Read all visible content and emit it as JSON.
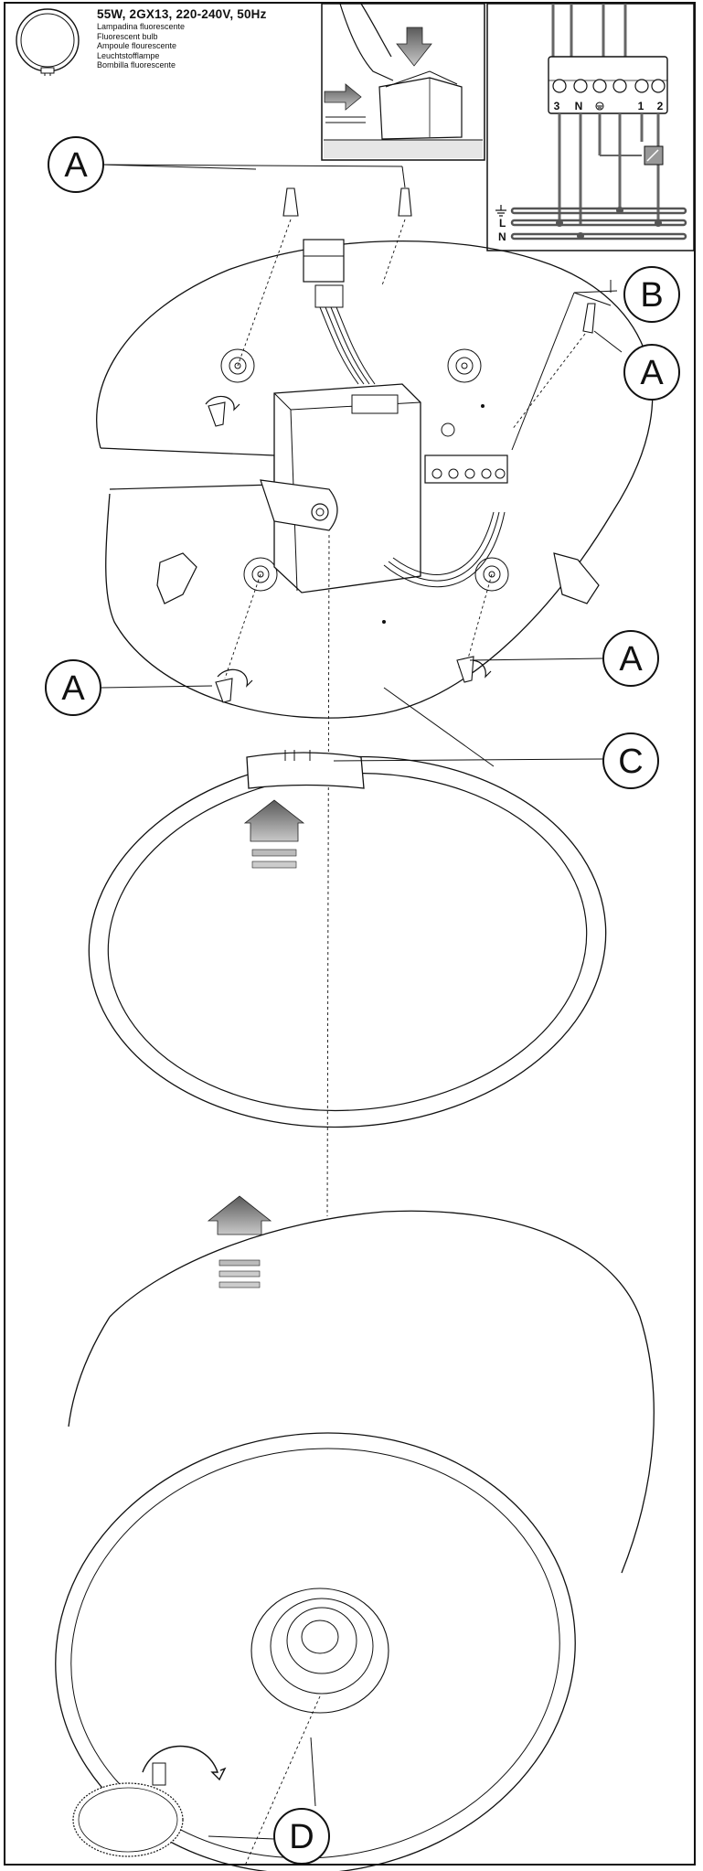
{
  "spec": {
    "title": "55W, 2GX13, 220-240V, 50Hz",
    "lines": [
      "Lampadina fluorescente",
      "Fluorescent bulb",
      "Ampoule flourescente",
      "Leuchtstofflampe",
      "Bombilla fluorescente"
    ]
  },
  "callouts": {
    "a_top": "A",
    "a_right": "A",
    "a_left_low": "A",
    "a_right_low": "A",
    "b": "B",
    "c": "C",
    "d": "D"
  },
  "wiring": {
    "terminals": [
      "3",
      "N",
      "1",
      "2"
    ],
    "lines": [
      "L",
      "N"
    ]
  },
  "colors": {
    "ink": "#111111",
    "arrow_fill": "#888888",
    "arrow_band": "#aaaaaa",
    "frame": "#111111"
  },
  "icons": [
    "circular-lamp-icon",
    "ground-symbol-icon",
    "switch-icon",
    "upward-arrow-icon",
    "rotate-arrow-icon"
  ]
}
